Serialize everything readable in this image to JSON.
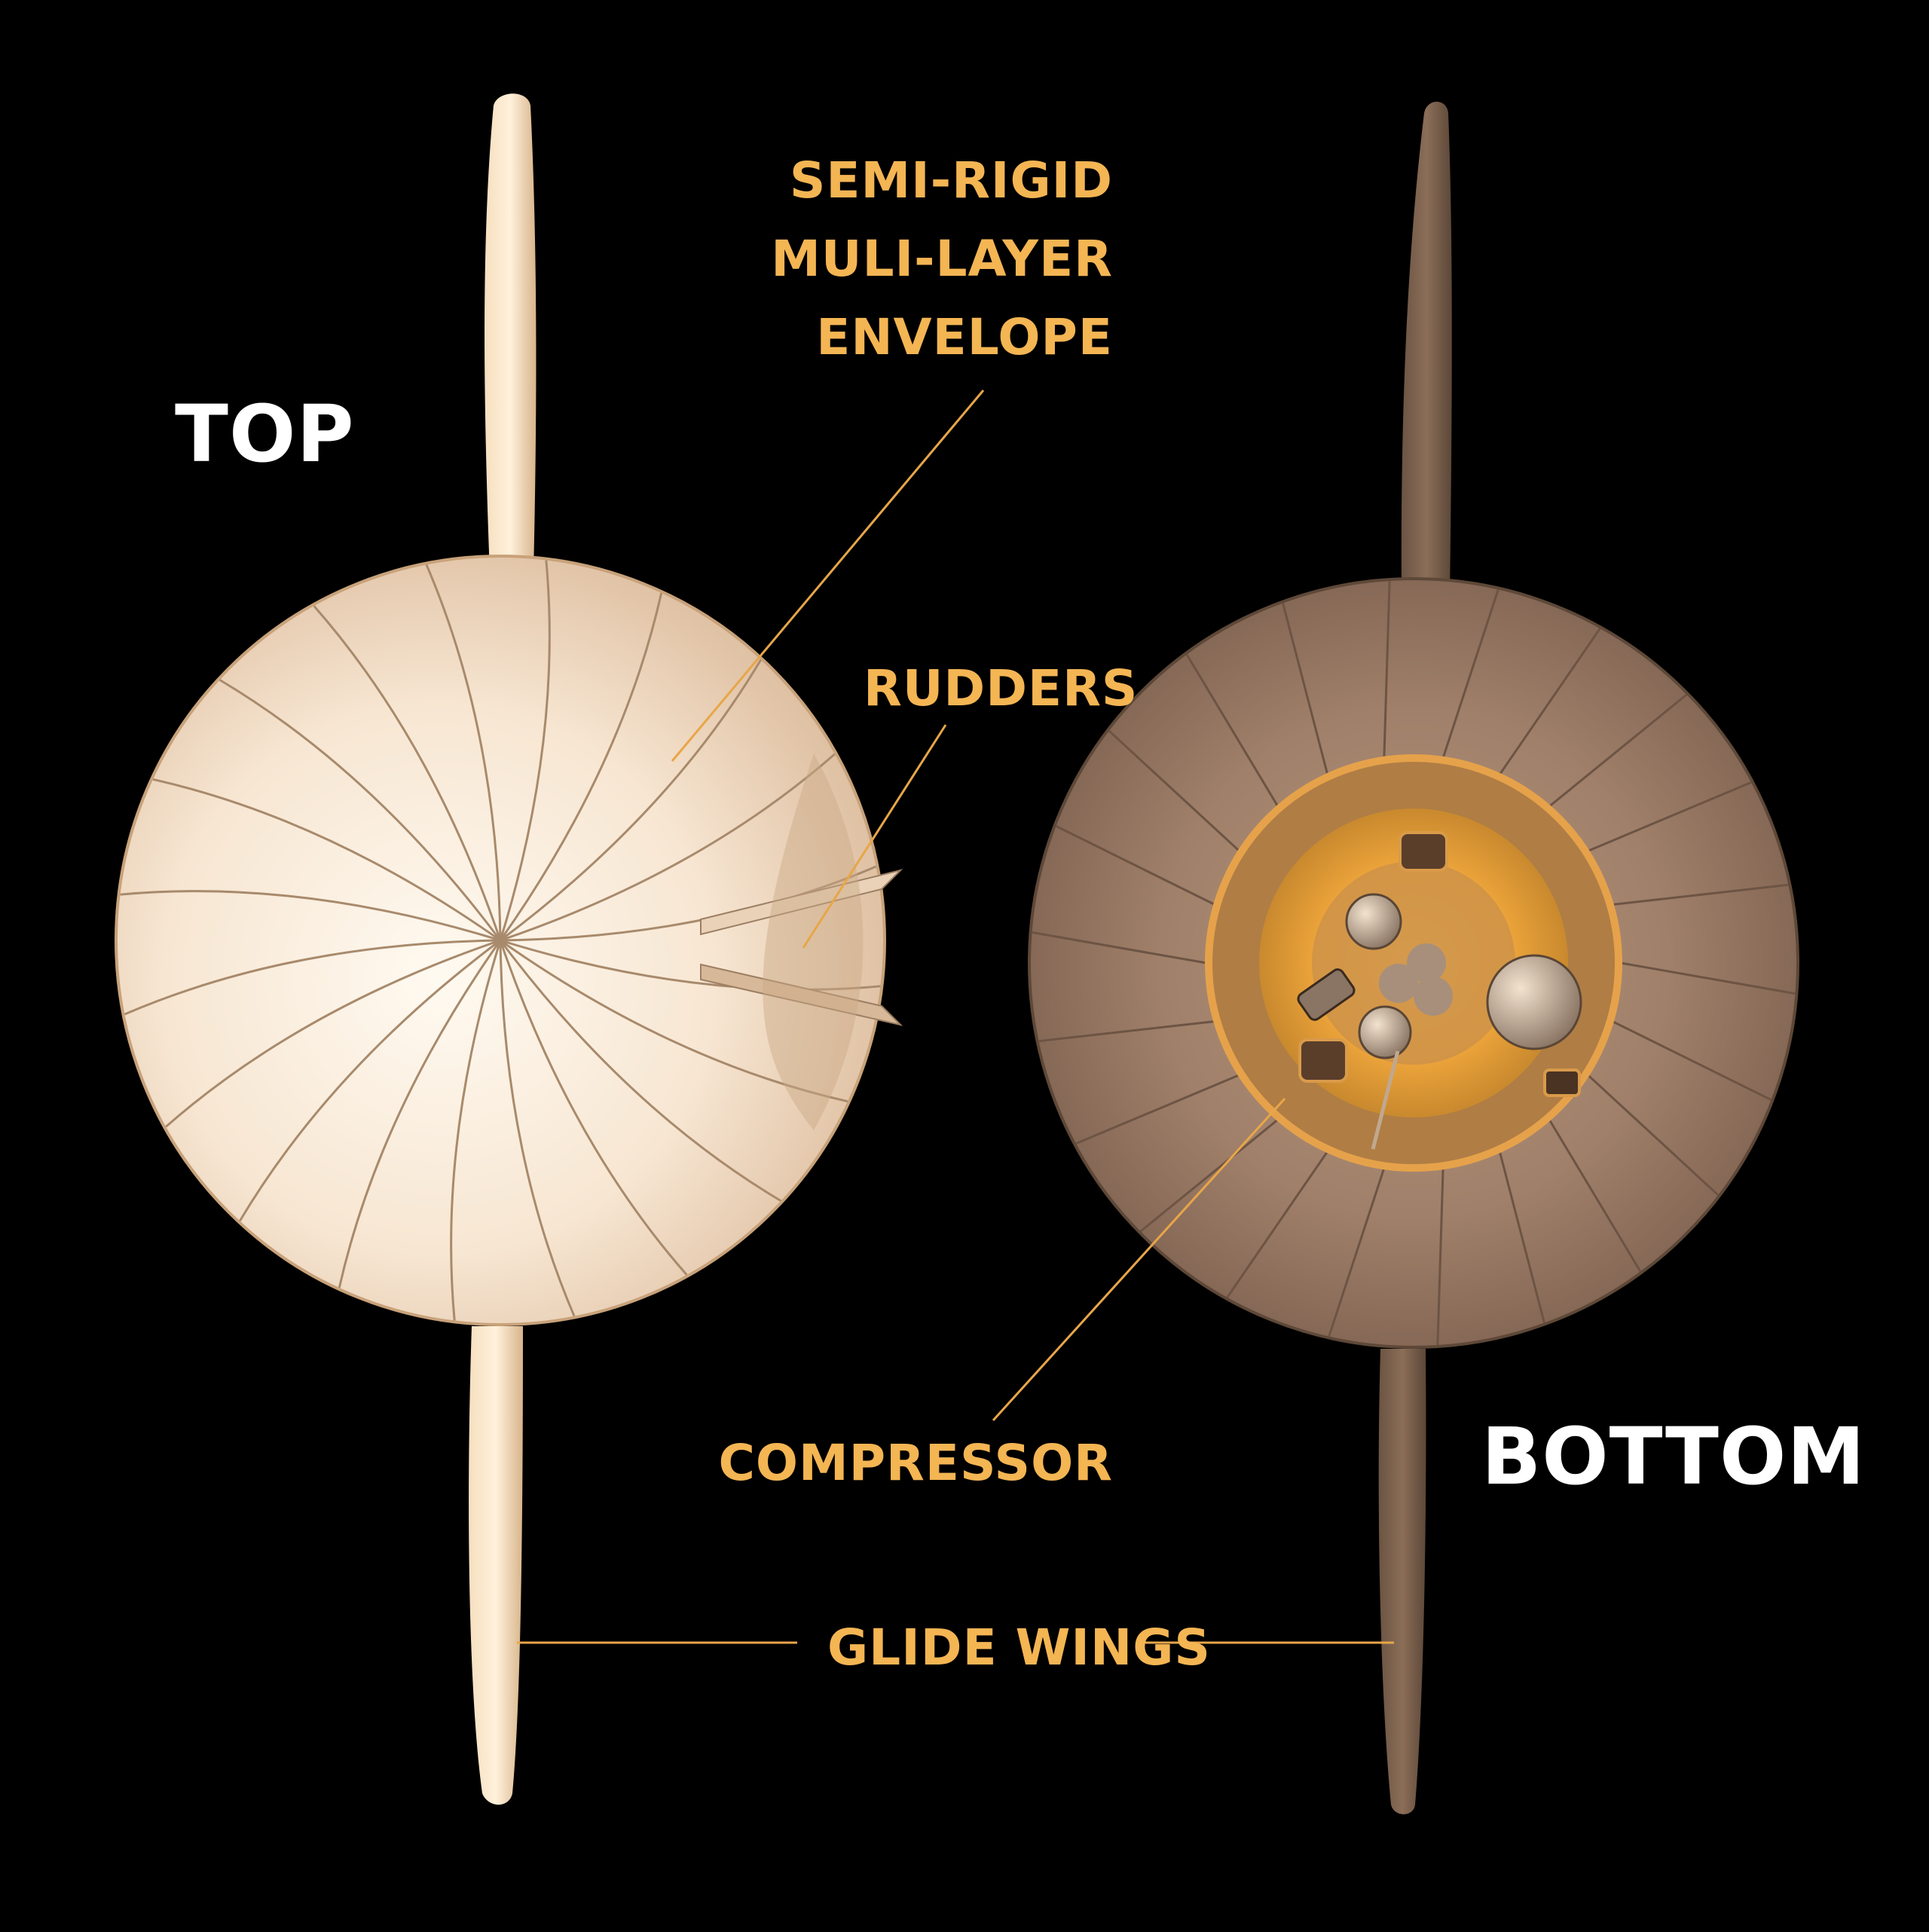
{
  "labels": {
    "top_view": "TOP",
    "bottom_view": "BOTTOM",
    "envelope": [
      "SEMI-RIGID",
      "MULI-LAYER",
      "ENVELOPE"
    ],
    "rudders": "RUDDERS",
    "compressor": "COMPRESSOR",
    "glide_wings": "GLIDE WINGS"
  },
  "colors": {
    "background": "#000000",
    "callout_text": "#f4b553",
    "callout_line": "#e8a648",
    "view_text": "#ffffff",
    "top_envelope": "#f6e4cf",
    "bottom_envelope": "#9c7c64",
    "compressor_glow": "#f0a73c"
  }
}
